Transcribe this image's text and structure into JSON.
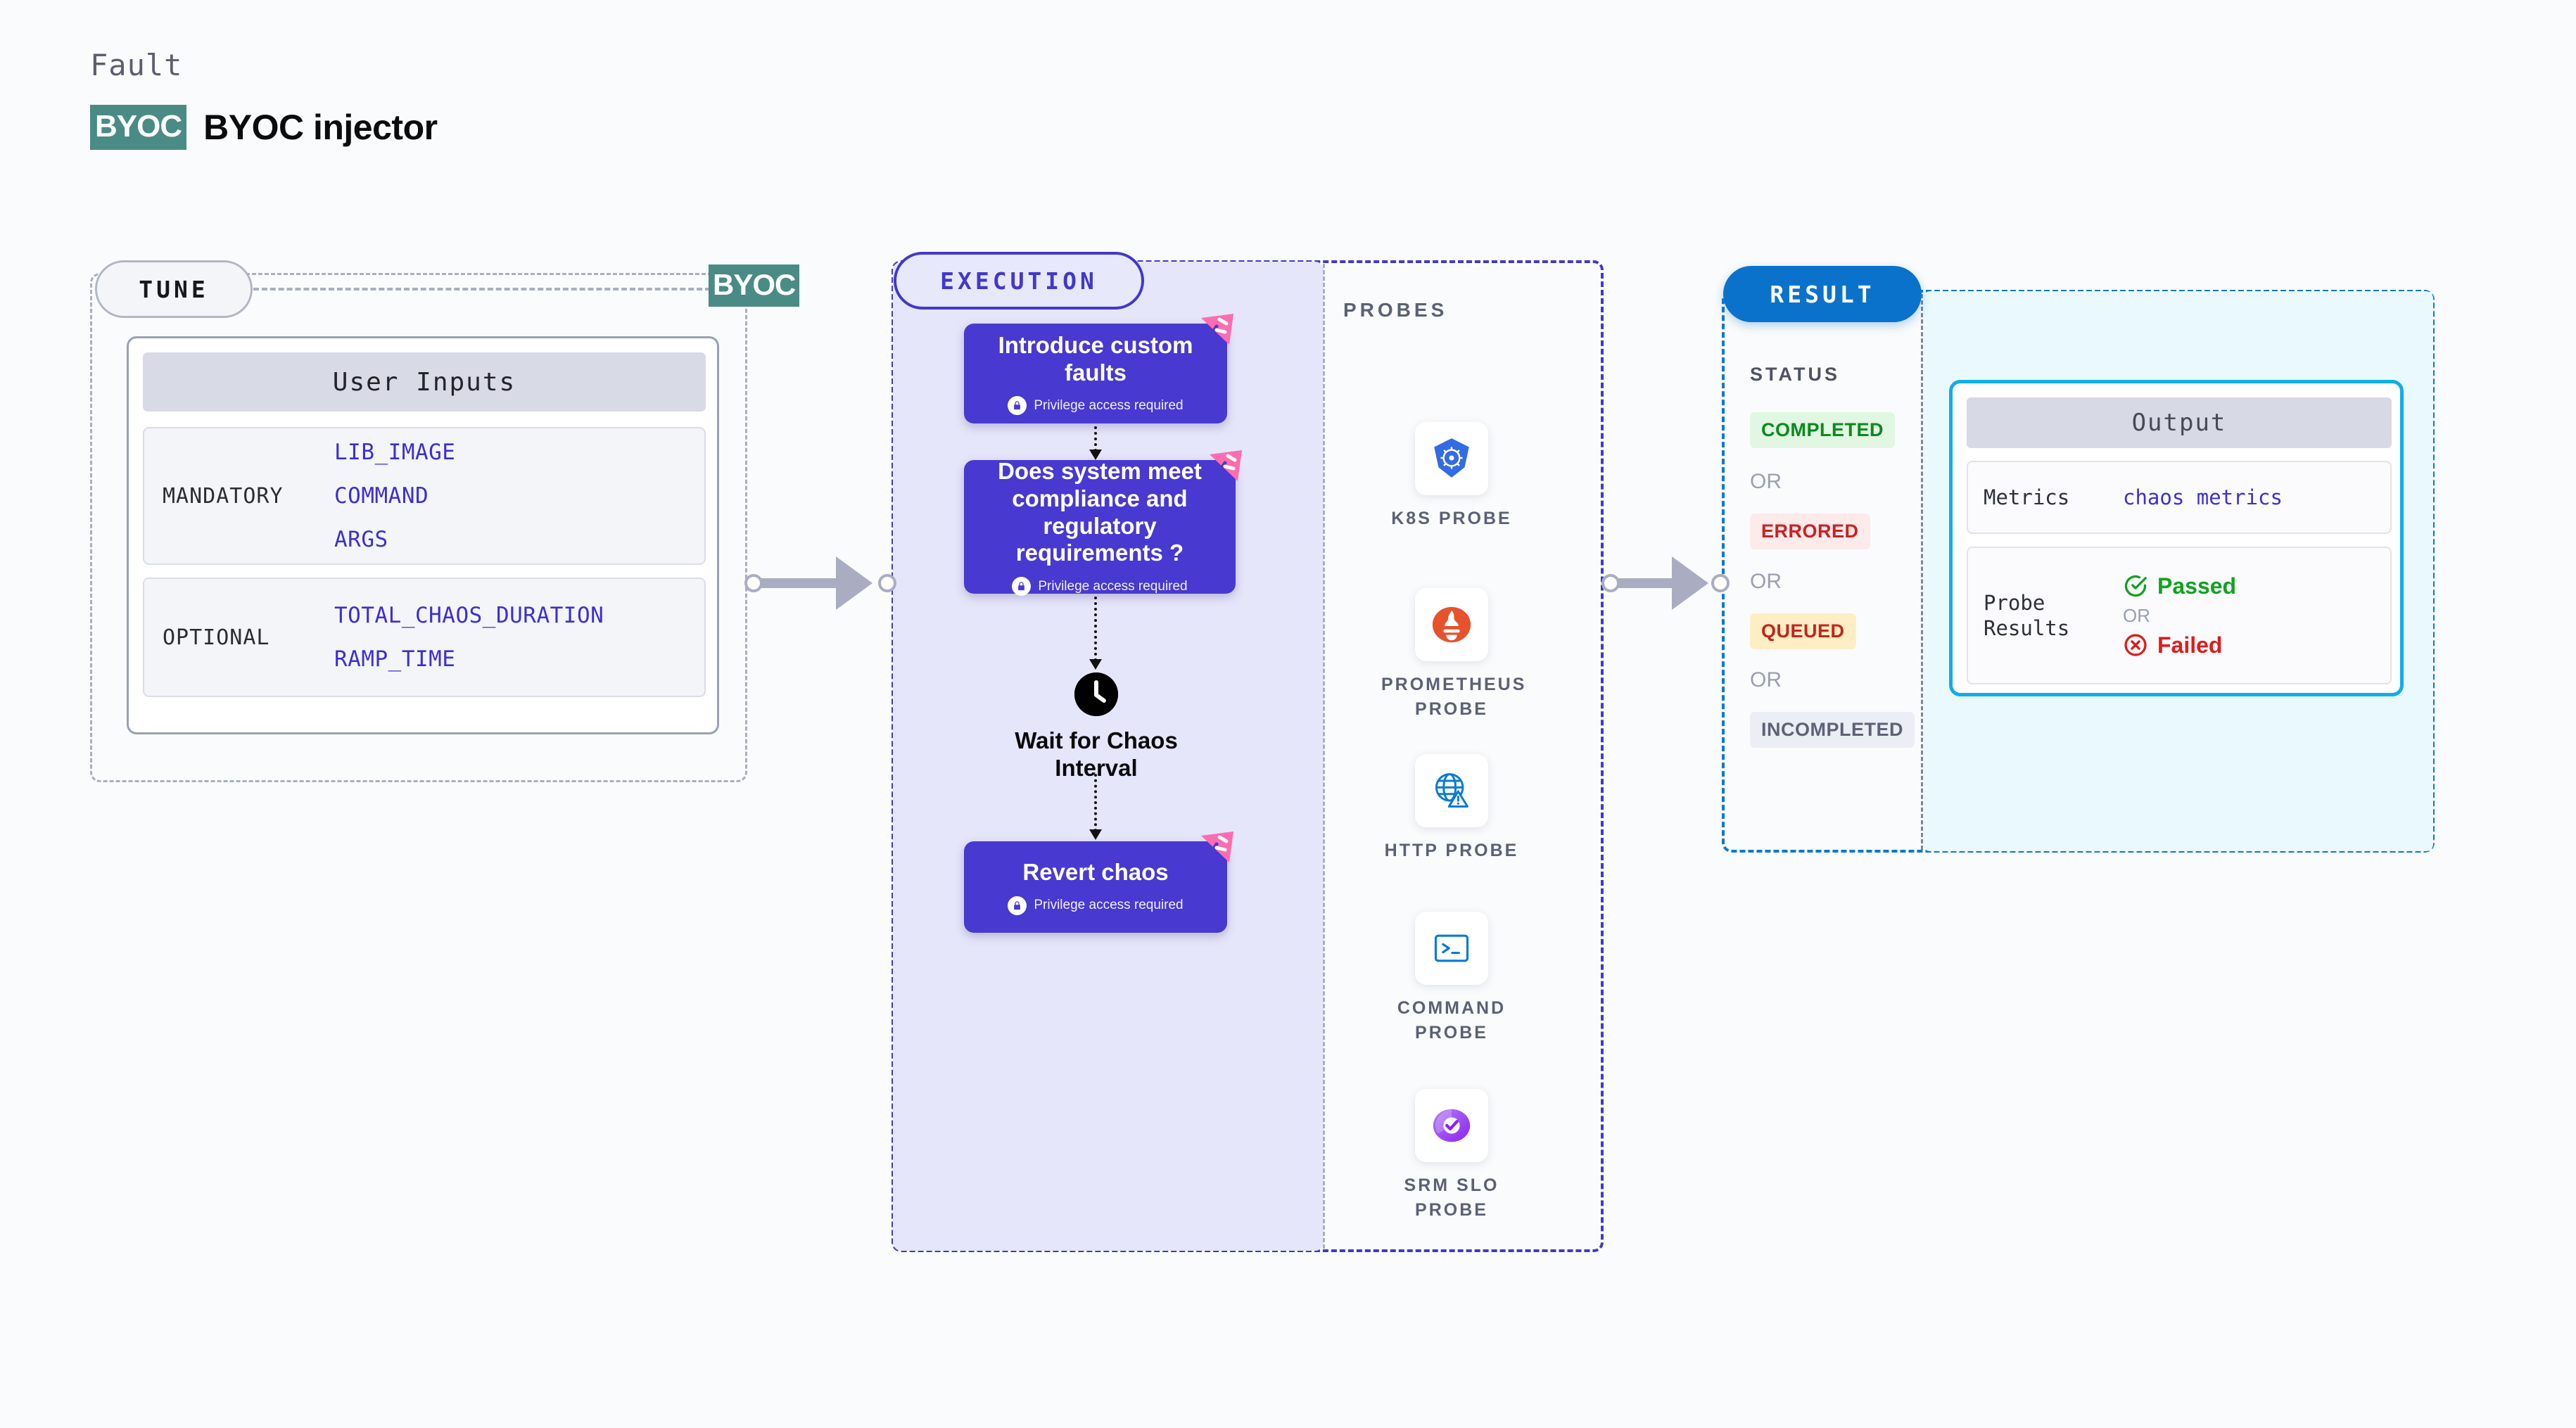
{
  "header": {
    "eyebrow": "Fault",
    "badge": "BYOC",
    "title": "BYOC injector"
  },
  "tune": {
    "pill_label": "TUNE",
    "edge_badge": "BYOC",
    "card_title": "User Inputs",
    "groups": [
      {
        "label": "MANDATORY",
        "items": [
          "LIB_IMAGE",
          "COMMAND",
          "ARGS"
        ]
      },
      {
        "label": "OPTIONAL",
        "items": [
          "TOTAL_CHAOS_DURATION",
          "RAMP_TIME"
        ]
      }
    ]
  },
  "execution": {
    "pill_label": "EXECUTION",
    "privilege_note": "Privilege access required",
    "nodes": [
      {
        "title": "Introduce custom faults",
        "sub": "Privilege access required"
      },
      {
        "title": "Does system meet compliance and regulatory requirements ?",
        "sub": "Privilege access required"
      },
      {
        "title": "Wait for Chaos Interval"
      },
      {
        "title": "Revert chaos",
        "sub": "Privilege access required"
      }
    ]
  },
  "probes": {
    "title": "PROBES",
    "items": [
      {
        "label": "K8S PROBE",
        "icon": "kubernetes-icon"
      },
      {
        "label": "PROMETHEUS PROBE",
        "icon": "prometheus-icon"
      },
      {
        "label": "HTTP PROBE",
        "icon": "http-globe-icon"
      },
      {
        "label": "COMMAND PROBE",
        "icon": "terminal-icon"
      },
      {
        "label": "SRM SLO PROBE",
        "icon": "srm-slo-icon"
      }
    ]
  },
  "result": {
    "pill_label": "RESULT",
    "status_title": "STATUS",
    "or_label": "OR",
    "statuses": [
      {
        "label": "COMPLETED",
        "bg": "#e1f7e1",
        "color": "#0b8a1e"
      },
      {
        "label": "ERRORED",
        "bg": "#fdeaea",
        "color": "#cb2121"
      },
      {
        "label": "QUEUED",
        "bg": "#fdeec4",
        "color": "#c62222"
      },
      {
        "label": "INCOMPLETED",
        "bg": "#eceef6",
        "color": "#5d6275"
      }
    ],
    "output": {
      "header": "Output",
      "metrics_key": "Metrics",
      "metrics_value": "chaos metrics",
      "probe_results_key": "Probe Results",
      "passed": "Passed",
      "or": "OR",
      "failed": "Failed"
    }
  },
  "colors": {
    "execution_accent": "#4338ca",
    "result_accent": "#0b72cc",
    "node_fill": "#4839d1",
    "byoc_green": "#4a8b86",
    "harness_pink": "#fc6db0",
    "output_border": "#10aee8"
  }
}
